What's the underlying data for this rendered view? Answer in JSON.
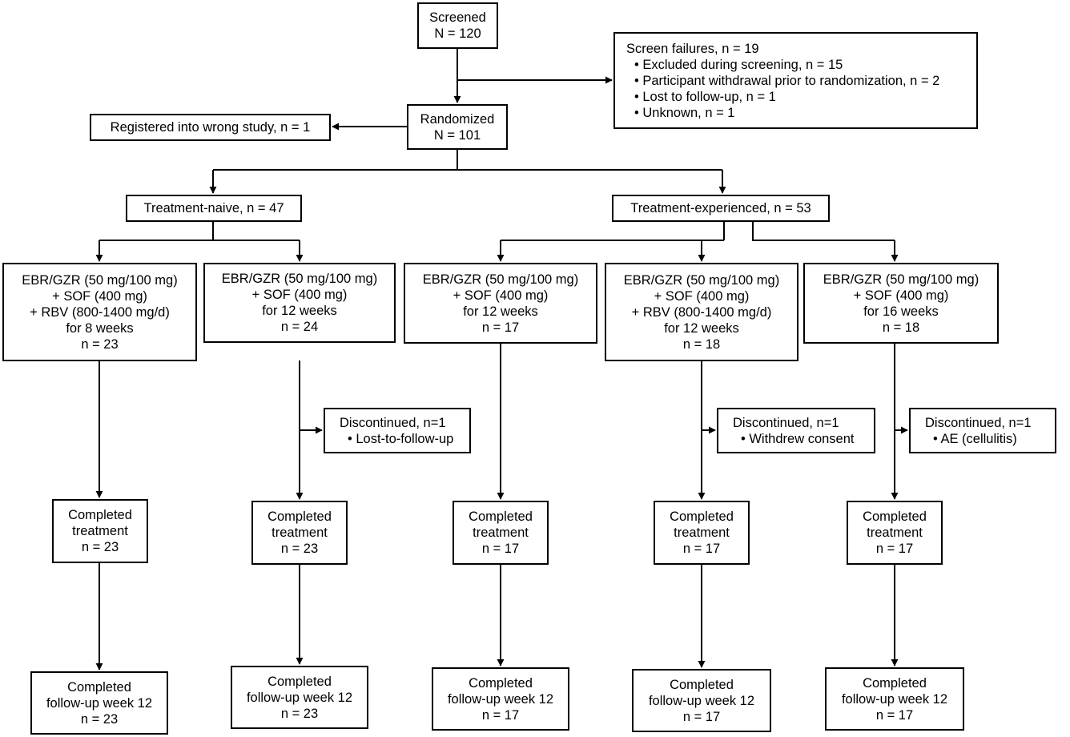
{
  "nodes": {
    "screened": [
      "Screened",
      "N = 120"
    ],
    "screen_failures": [
      "Screen failures, n = 19",
      "• Excluded during screening, n = 15",
      "• Participant withdrawal prior to randomization, n = 2",
      "• Lost to follow-up, n = 1",
      "• Unknown, n = 1"
    ],
    "randomized": [
      "Randomized",
      "N = 101"
    ],
    "wrong_study": [
      "Registered into wrong study, n = 1"
    ],
    "naive": [
      "Treatment-naive, n = 47"
    ],
    "experienced": [
      "Treatment-experienced, n = 53"
    ],
    "arm1": [
      "EBR/GZR (50 mg/100 mg)",
      "+ SOF (400 mg)",
      "+ RBV (800-1400 mg/d)",
      "for 8 weeks",
      "n = 23"
    ],
    "arm2": [
      "EBR/GZR (50 mg/100 mg)",
      "+ SOF (400 mg)",
      "for 12 weeks",
      "n = 24"
    ],
    "arm3": [
      "EBR/GZR (50 mg/100 mg)",
      "+ SOF (400 mg)",
      "for 12 weeks",
      "n = 17"
    ],
    "arm4": [
      "EBR/GZR (50 mg/100 mg)",
      "+ SOF (400 mg)",
      "+ RBV (800-1400 mg/d)",
      "for 12 weeks",
      "n = 18"
    ],
    "arm5": [
      "EBR/GZR (50 mg/100 mg)",
      "+ SOF (400 mg)",
      "for 16 weeks",
      "n = 18"
    ],
    "disc2": [
      "Discontinued, n=1",
      "• Lost-to-follow-up"
    ],
    "disc4": [
      "Discontinued, n=1",
      "• Withdrew consent"
    ],
    "disc5": [
      "Discontinued, n=1",
      "• AE (cellulitis)"
    ],
    "comp1": [
      "Completed",
      "treatment",
      "n = 23"
    ],
    "comp2": [
      "Completed",
      "treatment",
      "n = 23"
    ],
    "comp3": [
      "Completed",
      "treatment",
      "n = 17"
    ],
    "comp4": [
      "Completed",
      "treatment",
      "n = 17"
    ],
    "comp5": [
      "Completed",
      "treatment",
      "n = 17"
    ],
    "fu1": [
      "Completed",
      "follow-up week 12",
      "n = 23"
    ],
    "fu2": [
      "Completed",
      "follow-up week 12",
      "n = 23"
    ],
    "fu3": [
      "Completed",
      "follow-up week 12",
      "n = 17"
    ],
    "fu4": [
      "Completed",
      "follow-up week 12",
      "n = 17"
    ],
    "fu5": [
      "Completed",
      "follow-up week 12",
      "n = 17"
    ]
  }
}
